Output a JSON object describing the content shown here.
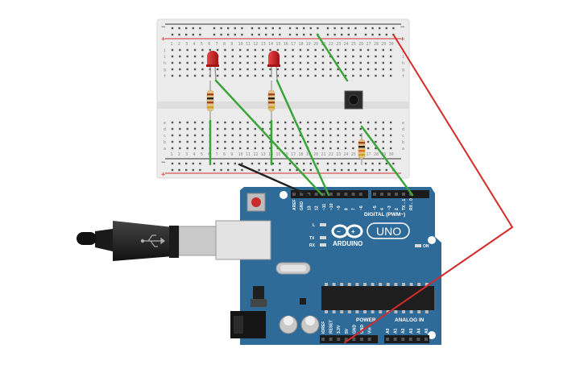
{
  "breadboard": {
    "plus": "+",
    "minus": "−",
    "rows_top": [
      "j",
      "i",
      "h",
      "g",
      "f"
    ],
    "rows_bottom": [
      "e",
      "d",
      "c",
      "b",
      "a"
    ],
    "columns": [
      "1",
      "2",
      "3",
      "4",
      "5",
      "6",
      "7",
      "8",
      "9",
      "10",
      "11",
      "12",
      "13",
      "14",
      "15",
      "16",
      "17",
      "18",
      "19",
      "20",
      "21",
      "22",
      "23",
      "24",
      "25",
      "26",
      "27",
      "28",
      "29",
      "30"
    ]
  },
  "board": {
    "logo_text": "ARDUINO",
    "model": "UNO",
    "digital_header": "DIGITAL (PWM~)",
    "digital_pins": [
      "AREF",
      "GND",
      "13",
      "12",
      "~11",
      "~10",
      "~9",
      "8",
      "7",
      "~6",
      "~5",
      "4",
      "~3",
      "2",
      "TX→1",
      "RX←0"
    ],
    "power_header": "POWER",
    "power_pins": [
      "IOREF",
      "RESET",
      "3.3V",
      "5V",
      "GND",
      "GND",
      "Vin"
    ],
    "analog_header": "ANALOG IN",
    "analog_pins": [
      "A0",
      "A1",
      "A2",
      "A3",
      "A4",
      "A5"
    ],
    "led_labels": {
      "l": "L",
      "tx": "TX",
      "rx": "RX",
      "on": "ON"
    }
  },
  "colors": {
    "board_blue": "#2e6b99",
    "breadboard": "#ececec",
    "wire_green": "#3aa63a",
    "wire_red": "#d42a2a",
    "wire_black": "#222222",
    "led_red": "#c81e1e"
  }
}
